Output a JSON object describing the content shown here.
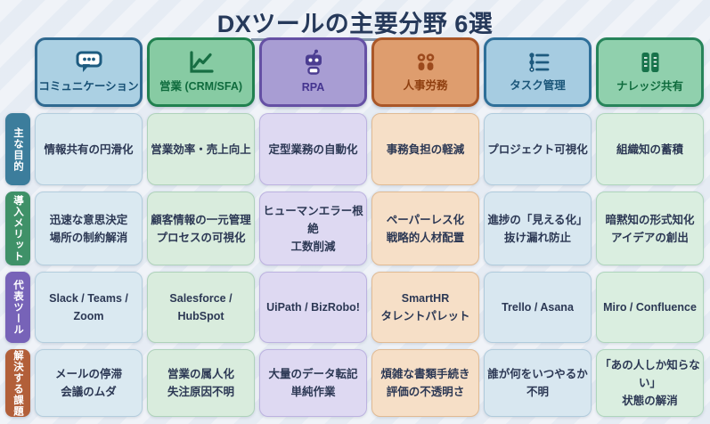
{
  "title": {
    "prefix": "DX",
    "underlined": "ツールの主要分野",
    "suffix": " 6選"
  },
  "columns": [
    {
      "label": "コミュニケーション",
      "icon": "chat-bubble-icon",
      "icon_color": "#1d5b80",
      "header_bg": "#abd0e3",
      "header_border": "#2f6990",
      "header_text": "#174f74",
      "cell_bg": "#dae9f1",
      "cell_border": "#b3cddd"
    },
    {
      "label": "営業 (CRM/SFA)",
      "icon": "line-chart-icon",
      "icon_color": "#176e43",
      "header_bg": "#87cba3",
      "header_border": "#21814f",
      "header_text": "#0f6b3d",
      "cell_bg": "#d9ecdd",
      "cell_border": "#aed2ba"
    },
    {
      "label": "RPA",
      "icon": "robot-icon",
      "icon_color": "#4b3d91",
      "header_bg": "#a89dd3",
      "header_border": "#6550a4",
      "header_text": "#44348f",
      "cell_bg": "#ded9f2",
      "cell_border": "#bcb2e0"
    },
    {
      "label": "人事労務",
      "icon": "people-icon",
      "icon_color": "#9c4a1d",
      "header_bg": "#de9d6e",
      "header_border": "#aa5728",
      "header_text": "#8f3f10",
      "cell_bg": "#f6dfc7",
      "cell_border": "#e0ba93"
    },
    {
      "label": "タスク管理",
      "icon": "task-list-icon",
      "icon_color": "#1e5a7e",
      "header_bg": "#a6cce1",
      "header_border": "#2e6f99",
      "header_text": "#1b5679",
      "cell_bg": "#d8e7f0",
      "cell_border": "#b0cbdc"
    },
    {
      "label": "ナレッジ共有",
      "icon": "open-book-icon",
      "icon_color": "#17724a",
      "header_bg": "#90d0ad",
      "header_border": "#27845a",
      "header_text": "#0f6b3d",
      "cell_bg": "#daeee0",
      "cell_border": "#aed5bc"
    }
  ],
  "rows": [
    {
      "label": "主な目的",
      "label_bg": "#3c7d9c",
      "cells": [
        "情報共有の円滑化",
        "営業効率・売上向上",
        "定型業務の自動化",
        "事務負担の軽減",
        "プロジェクト可視化",
        "組織知の蓄積"
      ]
    },
    {
      "label": "導入メリット",
      "label_bg": "#3f9168",
      "cells": [
        "迅速な意思決定\n場所の制約解消",
        "顧客情報の一元管理\nプロセスの可視化",
        "ヒューマンエラー根絶\n工数削減",
        "ペーパーレス化\n戦略的人材配置",
        "進捗の「見える化」\n抜け漏れ防止",
        "暗黙知の形式知化\nアイデアの創出"
      ]
    },
    {
      "label": "代表ツール",
      "label_bg": "#7763b8",
      "cells": [
        "Slack / Teams / Zoom",
        "Salesforce / HubSpot",
        "UiPath / BizRobo!",
        "SmartHR\nタレントパレット",
        "Trello / Asana",
        "Miro / Confluence"
      ]
    },
    {
      "label": "解決する課題",
      "label_bg": "#b25f39",
      "cells": [
        "メールの停滞\n会議のムダ",
        "営業の属人化\n失注原因不明",
        "大量のデータ転記\n単純作業",
        "煩雑な書類手続き\n評価の不透明さ",
        "誰が何をいつやるか\n不明",
        "「あの人しか知らない」\n状態の解消"
      ]
    }
  ]
}
